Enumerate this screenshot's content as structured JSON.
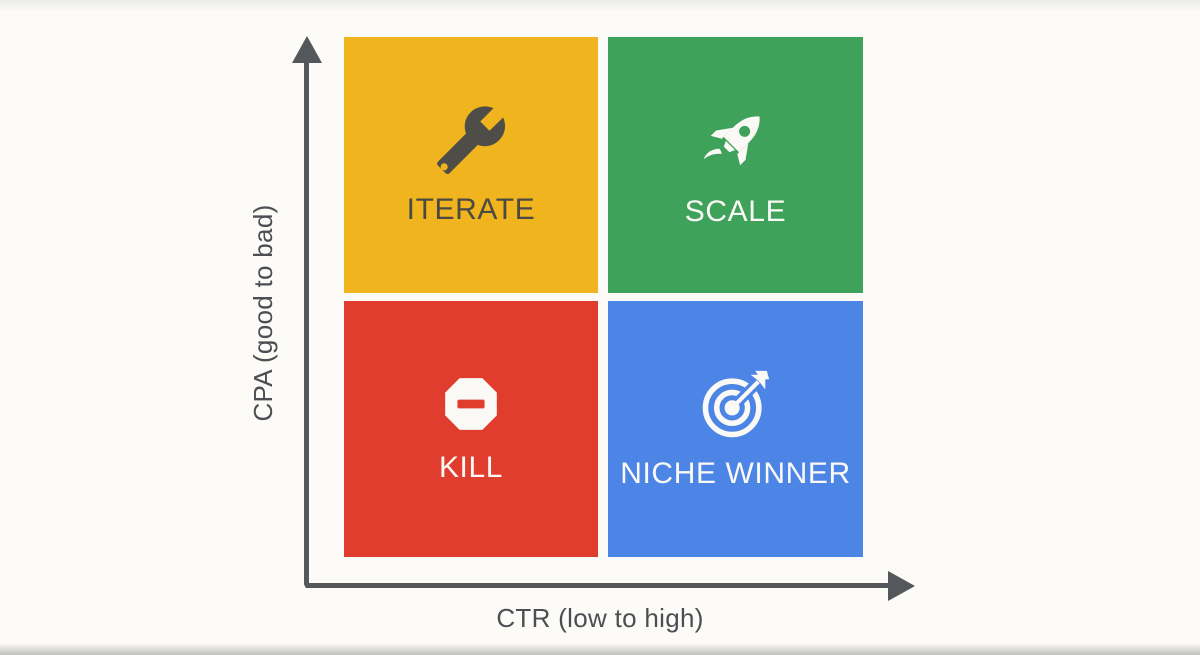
{
  "diagram": {
    "type": "2x2-matrix",
    "background": "#FCFBF8",
    "axis_color": "#54575B",
    "axis_label_color": "#4B4E52",
    "y_axis": {
      "label": "CPA (good to bad)",
      "direction": "up"
    },
    "x_axis": {
      "label": "CTR (low to high)",
      "direction": "right"
    },
    "quadrants": [
      {
        "id": "iterate",
        "position": "top-left",
        "label": "ITERATE",
        "icon": "wrench-icon",
        "color": "#F0B41E",
        "text_color": "#4B4A42",
        "icon_color": "#4E4D48"
      },
      {
        "id": "scale",
        "position": "top-right",
        "label": "SCALE",
        "icon": "rocket-icon",
        "color": "#3EA25B",
        "text_color": "#FAF9F5",
        "icon_color": "#FAF9F5"
      },
      {
        "id": "kill",
        "position": "bottom-left",
        "label": "KILL",
        "icon": "stop-icon",
        "color": "#E03D2E",
        "text_color": "#FAF9F5",
        "icon_color": "#FAF9F5"
      },
      {
        "id": "niche_winner",
        "position": "bottom-right",
        "label": "NICHE WINNER",
        "icon": "target-icon",
        "color": "#4D85E6",
        "text_color": "#FAF9F5",
        "icon_color": "#FAF9F5"
      }
    ]
  }
}
